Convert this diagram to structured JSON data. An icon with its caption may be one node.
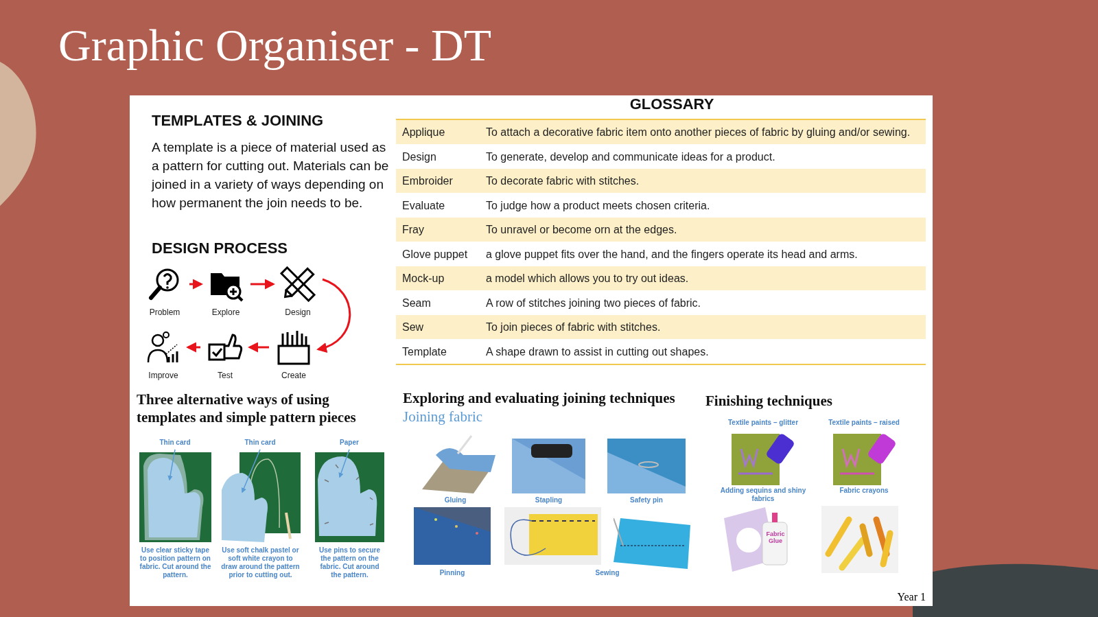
{
  "diagram": {
    "title": "Graphic Organiser - DT",
    "nodes": [
      {
        "text": [
          "Problem"
        ]
      },
      {
        "text": [
          "Explore"
        ]
      },
      {
        "text": [
          "Design"
        ]
      },
      {
        "text": [
          "Create"
        ]
      },
      {
        "text": [
          "Test"
        ]
      },
      {
        "text": [
          "Improve"
        ]
      },
      {
        "text": [
          "Thin card"
        ]
      },
      {
        "text": [],
        "shape": "picture",
        "beside": [
          "Use clear sticky tape to position pattern on fabric. Cut around the pattern."
        ]
      },
      {
        "text": [
          "Thin card"
        ]
      },
      {
        "text": [],
        "shape": "picture",
        "beside": [
          "Use soft chalk pastel or soft white crayon to draw around the pattern prior to cutting out."
        ]
      },
      {
        "text": [
          "Paper"
        ]
      },
      {
        "text": [],
        "shape": "picture",
        "beside": [
          "Use pins to secure the pattern on the fabric. Cut around the pattern."
        ]
      }
    ],
    "edges": [
      {
        "from": 0,
        "to": 1,
        "arrow": "to"
      },
      {
        "from": 1,
        "to": 2,
        "arrow": "to"
      },
      {
        "from": 2,
        "to": 3,
        "arrow": "to"
      },
      {
        "from": 3,
        "to": 4,
        "arrow": "to"
      },
      {
        "from": 4,
        "to": 5,
        "arrow": "to"
      },
      {
        "from": 6,
        "to": 7,
        "arrow": "to",
        "color": "#5b9bd5"
      },
      {
        "from": 8,
        "to": 9,
        "arrow": "to",
        "color": "#5b9bd5"
      },
      {
        "from": 10,
        "to": 11,
        "arrow": "to",
        "color": "#5b9bd5"
      }
    ],
    "labels": [
      "TEMPLATES & JOINING",
      "A template is a piece of material used as a pattern for cutting out. Materials can be joined in a variety of ways depending on how permanent the join needs to be.",
      "DESIGN PROCESS",
      "GLOSSARY",
      "Applique",
      "To attach a decorative fabric item onto another pieces of fabric by gluing and/or sewing.",
      "Design",
      "To generate, develop and communicate ideas for a product.",
      "Embroider",
      "To decorate fabric with stitches.",
      "Evaluate",
      "To judge how a product meets chosen criteria.",
      "Fray",
      "To unravel or become orn at the edges.",
      "Glove puppet",
      "a glove puppet fits over the hand, and the fingers operate its head and arms.",
      "Mock-up",
      "a model which allows you to try out ideas.",
      "Seam",
      "A row of stitches joining two pieces of fabric.",
      "Sew",
      "To join pieces of fabric with stitches.",
      "Template",
      "A shape drawn to assist in cutting out shapes.",
      "Three alternative ways of using templates and simple pattern pieces",
      "Exploring and evaluating joining techniques",
      "Joining fabric",
      "Gluing",
      "Stapling",
      "Safety pin",
      "Pinning",
      "Sewing",
      "Finishing techniques",
      "Textile paints – glitter",
      "Textile paints – raised",
      "Adding sequins and shiny fabrics",
      "Fabric crayons",
      "Fabric Glue",
      "Year 1"
    ]
  }
}
